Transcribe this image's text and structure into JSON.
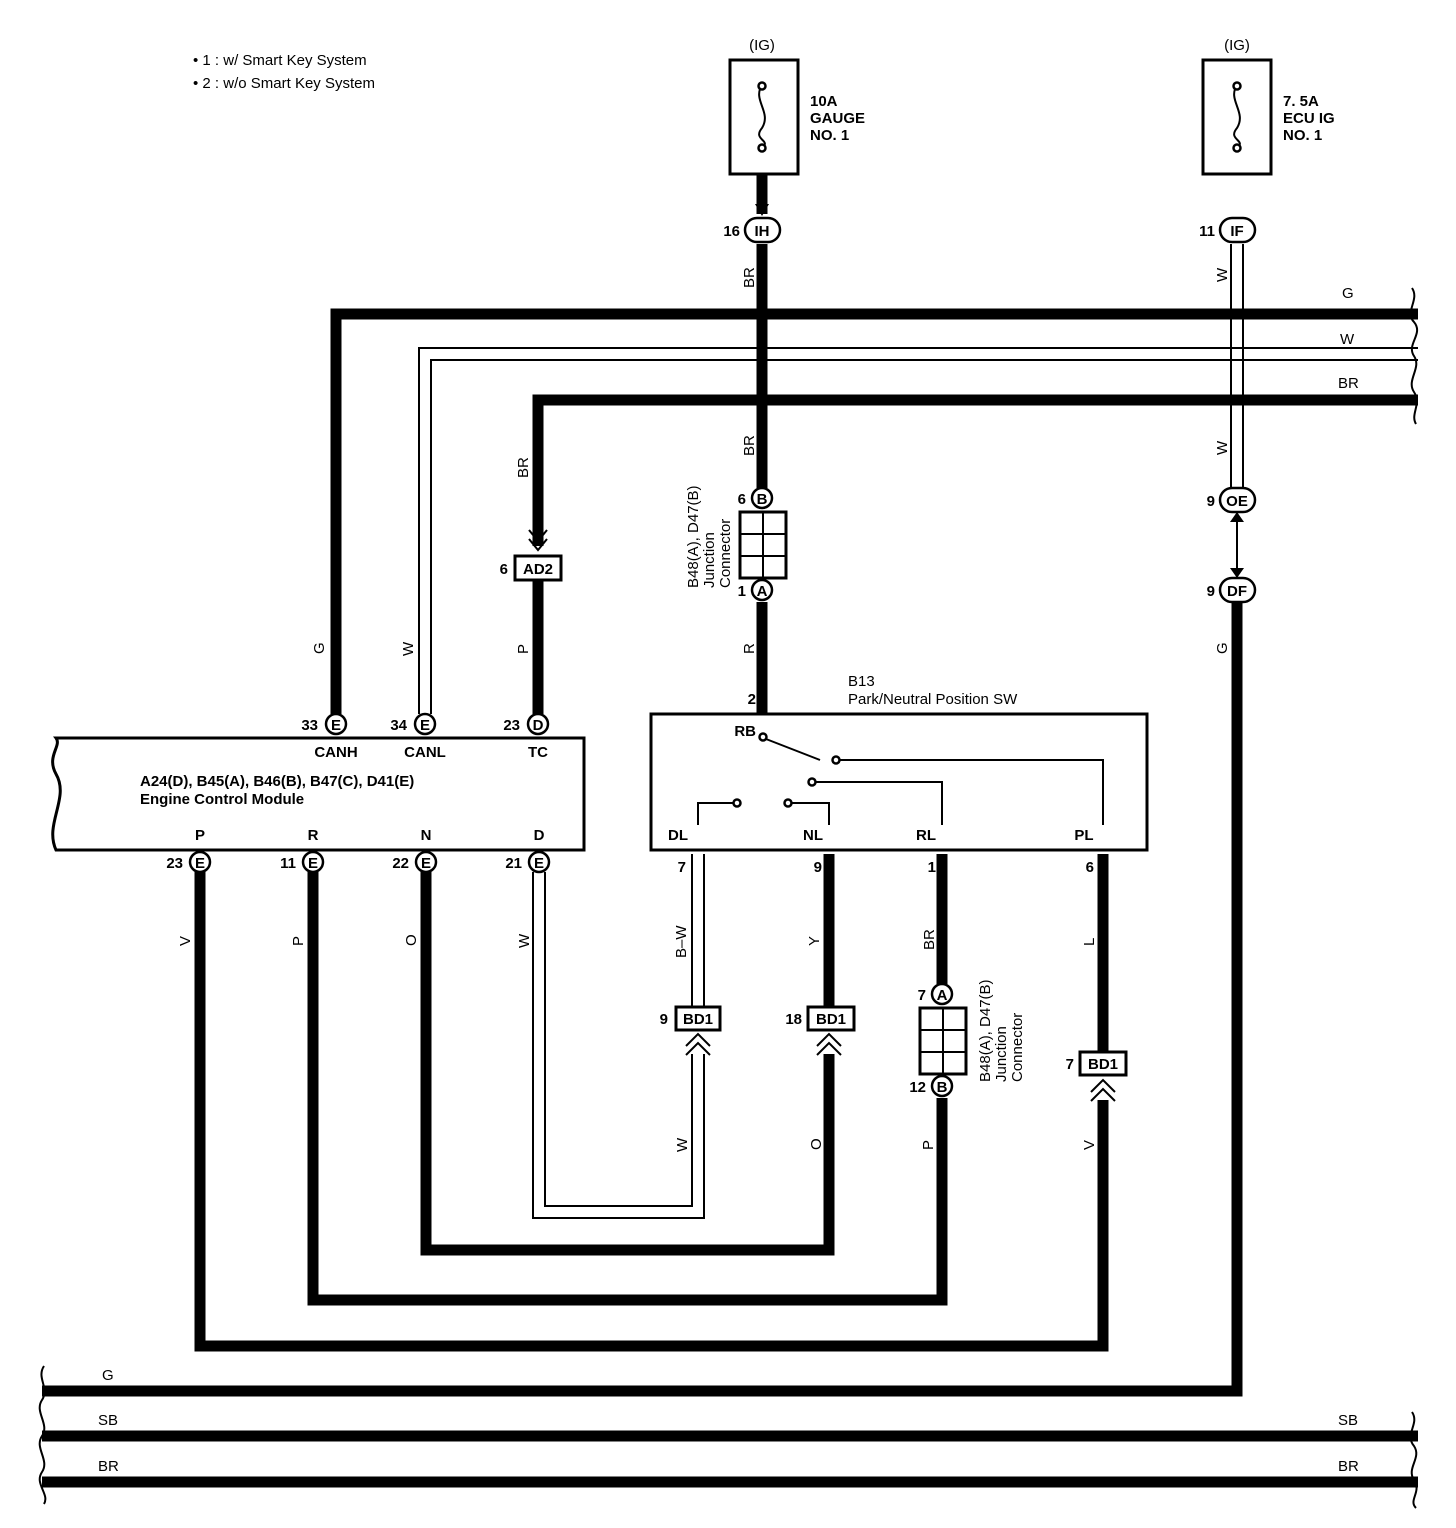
{
  "notes": [
    "• 1 : w/ Smart Key System",
    "• 2 : w/o Smart Key System"
  ],
  "fuses": [
    {
      "supply": "(IG)",
      "rating": "10A",
      "name1": "GAUGE",
      "name2": "NO. 1"
    },
    {
      "supply": "(IG)",
      "rating": "7. 5A",
      "name1": "ECU IG",
      "name2": "NO. 1"
    }
  ],
  "connectors": {
    "ih_pin": "16",
    "ih": "IH",
    "if_pin": "11",
    "if": "IF",
    "oe_pin": "9",
    "oe": "OE",
    "df_pin": "9",
    "df": "DF",
    "ad2_pin": "6",
    "ad2": "AD2",
    "jc1_top_pin": "6",
    "jc1_top": "B",
    "jc1_bot_pin": "1",
    "jc1_bot": "A",
    "jc2_top_pin": "7",
    "jc2_top": "A",
    "jc2_bot_pin": "12",
    "jc2_bot": "B",
    "bd1": "BD1",
    "bd1_a_pin": "9",
    "bd1_b_pin": "18",
    "bd1_c_pin": "7"
  },
  "junction": {
    "line1": "B48(A), D47(B)",
    "line2": "Junction",
    "line3": "Connector"
  },
  "ecm": {
    "line1": "A24(D), B45(A), B46(B), B47(C), D41(E)",
    "line2": "Engine Control Module",
    "top_pins": [
      {
        "num": "33",
        "conn": "E",
        "name": "CANH"
      },
      {
        "num": "34",
        "conn": "E",
        "name": "CANL"
      },
      {
        "num": "23",
        "conn": "D",
        "name": "TC"
      }
    ],
    "bottom_pins": [
      {
        "num": "23",
        "conn": "E",
        "name": "P"
      },
      {
        "num": "11",
        "conn": "E",
        "name": "R"
      },
      {
        "num": "22",
        "conn": "E",
        "name": "N"
      },
      {
        "num": "21",
        "conn": "E",
        "name": "D"
      }
    ]
  },
  "switch": {
    "id": "B13",
    "name": "Park/Neutral Position SW",
    "top_pin": "2",
    "rb": "RB",
    "terminals": [
      {
        "name": "DL",
        "pin": "7"
      },
      {
        "name": "NL",
        "pin": "9"
      },
      {
        "name": "RL",
        "pin": "1"
      },
      {
        "name": "PL",
        "pin": "6"
      }
    ]
  },
  "wire_colors": {
    "br": "BR",
    "w": "W",
    "g": "G",
    "p": "P",
    "r": "R",
    "v": "V",
    "o": "O",
    "y": "Y",
    "l": "L",
    "bw": "B–W",
    "sb": "SB"
  }
}
